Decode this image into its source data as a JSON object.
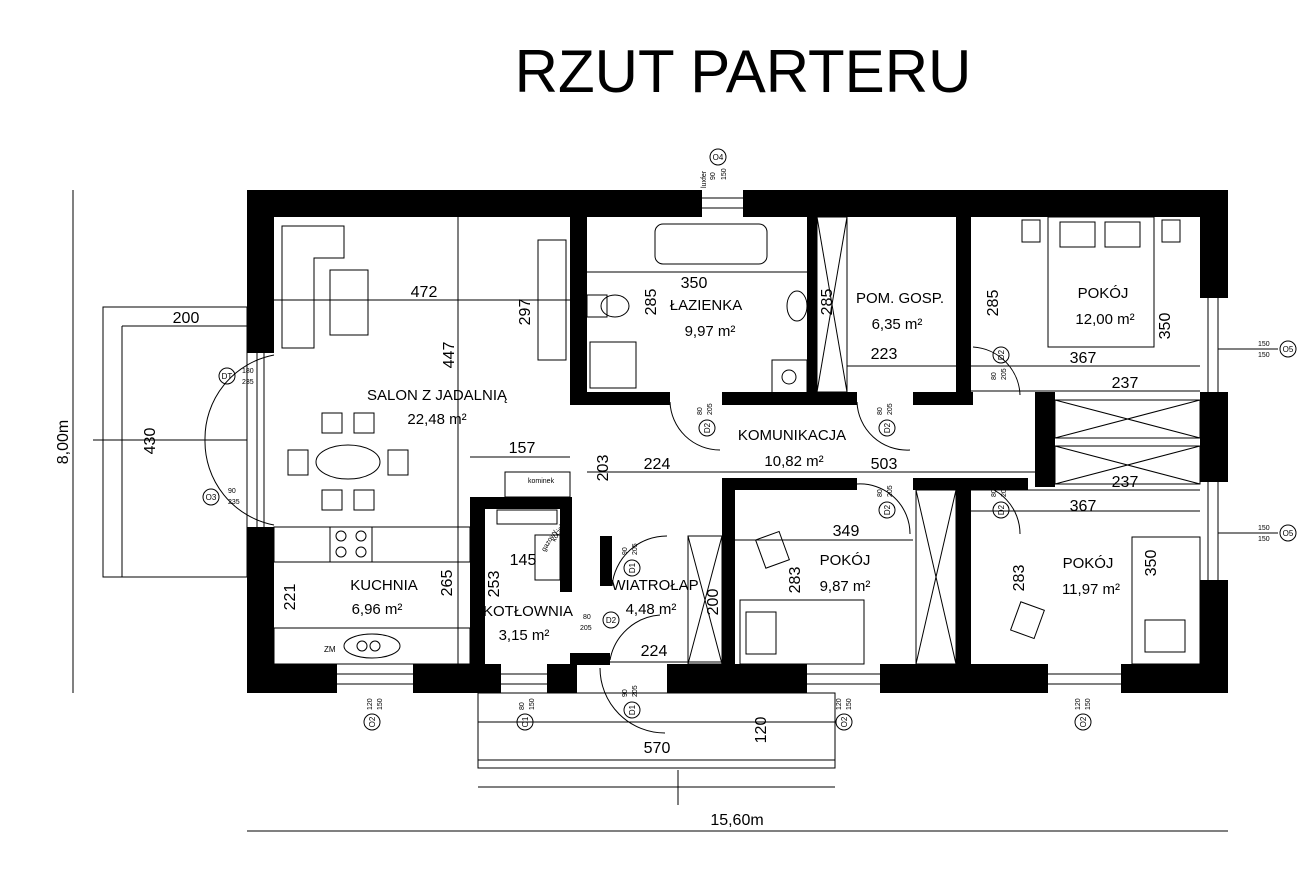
{
  "title": "RZUT PARTERU",
  "overall": {
    "width": "15,60m",
    "height": "8,00m"
  },
  "rooms": [
    {
      "name": "SALON Z JADALNIĄ",
      "area": "22,48 m²"
    },
    {
      "name": "ŁAZIENKA",
      "area": "9,97 m²"
    },
    {
      "name": "POM. GOSP.",
      "area": "6,35 m²"
    },
    {
      "name": "POKÓJ",
      "area": "12,00 m²"
    },
    {
      "name": "KOMUNIKACJA",
      "area": "10,82 m²"
    },
    {
      "name": "KUCHNIA",
      "area": "6,96 m²"
    },
    {
      "name": "KOTŁOWNIA",
      "area": "3,15 m²"
    },
    {
      "name": "WIATROŁAP",
      "area": "4,48 m²"
    },
    {
      "name": "POKÓJ",
      "area": "9,87 m²"
    },
    {
      "name": "POKÓJ",
      "area": "11,97 m²"
    }
  ],
  "dims": [
    "472",
    "447",
    "350",
    "297",
    "285",
    "285",
    "223",
    "285",
    "367",
    "350",
    "237",
    "237",
    "367",
    "503",
    "157",
    "224",
    "203",
    "145",
    "253",
    "265",
    "221",
    "200",
    "430",
    "349",
    "283",
    "283",
    "350",
    "200",
    "224",
    "570",
    "120"
  ],
  "windows": [
    {
      "code": "O4",
      "w": "90",
      "h": "150",
      "note": "luxfer"
    },
    {
      "code": "O5",
      "w": "150",
      "h": "150"
    },
    {
      "code": "O5",
      "w": "150",
      "h": "150"
    },
    {
      "code": "O3",
      "w": "90",
      "h": "235"
    },
    {
      "code": "O2",
      "w": "120",
      "h": "150"
    },
    {
      "code": "O1",
      "w": "80",
      "h": "150"
    },
    {
      "code": "O2",
      "w": "120",
      "h": "150"
    },
    {
      "code": "O2",
      "w": "120",
      "h": "150"
    }
  ],
  "doors": [
    {
      "code": "DT",
      "w": "180",
      "h": "235"
    },
    {
      "code": "D2",
      "w": "80",
      "h": "205"
    },
    {
      "code": "D2",
      "w": "80",
      "h": "205"
    },
    {
      "code": "D2",
      "w": "80",
      "h": "205"
    },
    {
      "code": "D2",
      "w": "80",
      "h": "205"
    },
    {
      "code": "D2",
      "w": "80",
      "h": "205"
    },
    {
      "code": "D1",
      "w": "90",
      "h": "205"
    },
    {
      "code": "D2",
      "w": "80",
      "h": "205"
    },
    {
      "code": "D1",
      "w": "90",
      "h": "205"
    }
  ],
  "labels": {
    "kominek": "kominek",
    "kociol": "kocioł",
    "gazowy": "gazowy",
    "zm": "ZM"
  }
}
